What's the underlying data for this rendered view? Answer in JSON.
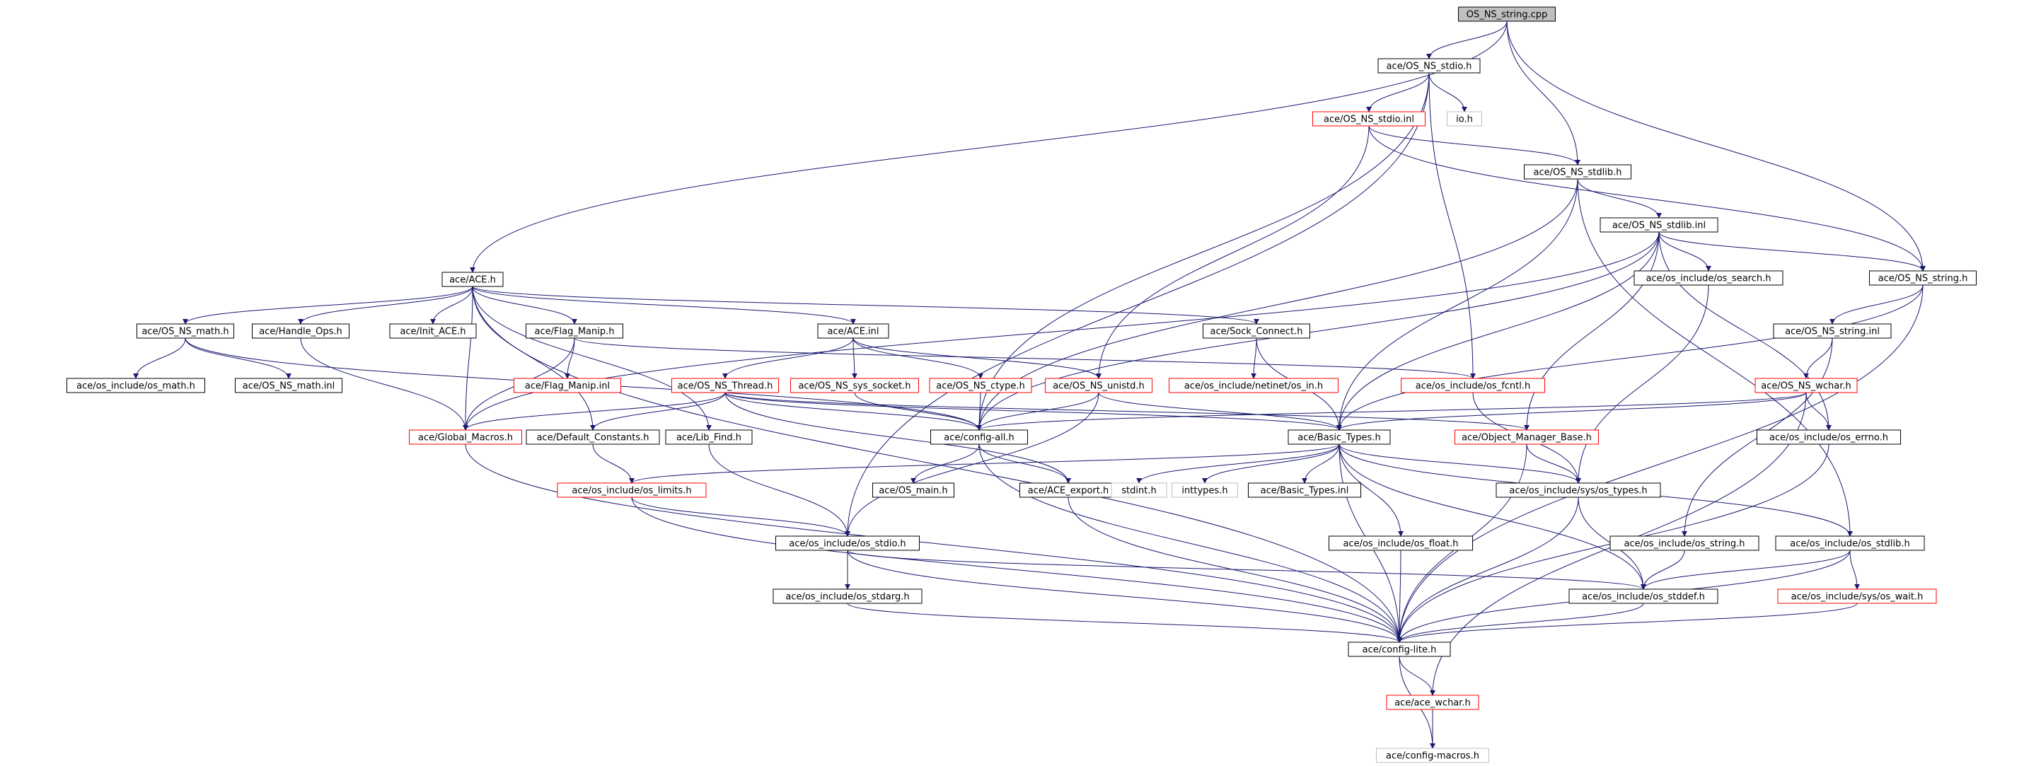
{
  "colors": {
    "edge": "#191970",
    "root_fill": "#bfbfbf",
    "border_documented": "#000000",
    "border_undocumented": "#ff0000",
    "border_external": "#bfbfbf",
    "background": "#ffffff"
  },
  "nodes": [
    {
      "id": "root",
      "label": "OS_NS_string.cpp",
      "style": "root"
    },
    {
      "id": "stdio_h",
      "label": "ace/OS_NS_stdio.h",
      "style": "black"
    },
    {
      "id": "stdio_inl",
      "label": "ace/OS_NS_stdio.inl",
      "style": "red"
    },
    {
      "id": "io_h",
      "label": "io.h",
      "style": "gray"
    },
    {
      "id": "stdlib_h",
      "label": "ace/OS_NS_stdlib.h",
      "style": "black"
    },
    {
      "id": "stdlib_inl",
      "label": "ace/OS_NS_stdlib.inl",
      "style": "black"
    },
    {
      "id": "search_h",
      "label": "ace/os_include/os_search.h",
      "style": "black"
    },
    {
      "id": "string_h",
      "label": "ace/OS_NS_string.h",
      "style": "black"
    },
    {
      "id": "ace_h",
      "label": "ace/ACE.h",
      "style": "black"
    },
    {
      "id": "math_h",
      "label": "ace/OS_NS_math.h",
      "style": "black"
    },
    {
      "id": "handle_h",
      "label": "ace/Handle_Ops.h",
      "style": "black"
    },
    {
      "id": "init_h",
      "label": "ace/Init_ACE.h",
      "style": "black"
    },
    {
      "id": "flag_h",
      "label": "ace/Flag_Manip.h",
      "style": "black"
    },
    {
      "id": "ace_inl",
      "label": "ace/ACE.inl",
      "style": "black"
    },
    {
      "id": "sock_h",
      "label": "ace/Sock_Connect.h",
      "style": "black"
    },
    {
      "id": "string_inl",
      "label": "ace/OS_NS_string.inl",
      "style": "black"
    },
    {
      "id": "osinc_math",
      "label": "ace/os_include/os_math.h",
      "style": "black"
    },
    {
      "id": "math_inl",
      "label": "ace/OS_NS_math.inl",
      "style": "black"
    },
    {
      "id": "flag_inl",
      "label": "ace/Flag_Manip.inl",
      "style": "red"
    },
    {
      "id": "thread_h",
      "label": "ace/OS_NS_Thread.h",
      "style": "red"
    },
    {
      "id": "socket_h",
      "label": "ace/OS_NS_sys_socket.h",
      "style": "red"
    },
    {
      "id": "ctype_h",
      "label": "ace/OS_NS_ctype.h",
      "style": "red"
    },
    {
      "id": "unistd_h",
      "label": "ace/OS_NS_unistd.h",
      "style": "red"
    },
    {
      "id": "netin_h",
      "label": "ace/os_include/netinet/os_in.h",
      "style": "red"
    },
    {
      "id": "fcntl_h",
      "label": "ace/os_include/os_fcntl.h",
      "style": "red"
    },
    {
      "id": "wchar_h",
      "label": "ace/OS_NS_wchar.h",
      "style": "red"
    },
    {
      "id": "globmac_h",
      "label": "ace/Global_Macros.h",
      "style": "red"
    },
    {
      "id": "defconst_h",
      "label": "ace/Default_Constants.h",
      "style": "black"
    },
    {
      "id": "libfind_h",
      "label": "ace/Lib_Find.h",
      "style": "black"
    },
    {
      "id": "configall_h",
      "label": "ace/config-all.h",
      "style": "black"
    },
    {
      "id": "basictypes_h",
      "label": "ace/Basic_Types.h",
      "style": "black"
    },
    {
      "id": "objmgr_h",
      "label": "ace/Object_Manager_Base.h",
      "style": "red"
    },
    {
      "id": "errno_h",
      "label": "ace/os_include/os_errno.h",
      "style": "black"
    },
    {
      "id": "limits_h",
      "label": "ace/os_include/os_limits.h",
      "style": "red"
    },
    {
      "id": "osmain_h",
      "label": "ace/OS_main.h",
      "style": "black"
    },
    {
      "id": "export_h",
      "label": "ace/ACE_export.h",
      "style": "black"
    },
    {
      "id": "stdint_h",
      "label": "stdint.h",
      "style": "gray"
    },
    {
      "id": "inttypes_h",
      "label": "inttypes.h",
      "style": "gray"
    },
    {
      "id": "bt_inl",
      "label": "ace/Basic_Types.inl",
      "style": "black"
    },
    {
      "id": "types_h",
      "label": "ace/os_include/sys/os_types.h",
      "style": "black"
    },
    {
      "id": "osstdio_h",
      "label": "ace/os_include/os_stdio.h",
      "style": "black"
    },
    {
      "id": "float_h",
      "label": "ace/os_include/os_float.h",
      "style": "black"
    },
    {
      "id": "osstring_h",
      "label": "ace/os_include/os_string.h",
      "style": "black"
    },
    {
      "id": "osstdlib_h",
      "label": "ace/os_include/os_stdlib.h",
      "style": "black"
    },
    {
      "id": "stdarg_h",
      "label": "ace/os_include/os_stdarg.h",
      "style": "black"
    },
    {
      "id": "stddef_h",
      "label": "ace/os_include/os_stddef.h",
      "style": "black"
    },
    {
      "id": "wait_h",
      "label": "ace/os_include/sys/os_wait.h",
      "style": "red"
    },
    {
      "id": "configlite_h",
      "label": "ace/config-lite.h",
      "style": "black"
    },
    {
      "id": "acewchar_h",
      "label": "ace/ace_wchar.h",
      "style": "red"
    },
    {
      "id": "configmacros_h",
      "label": "ace/config-macros.h",
      "style": "gray"
    }
  ],
  "edges": [
    [
      "root",
      "stdio_h"
    ],
    [
      "root",
      "ace_h"
    ],
    [
      "root",
      "stdlib_h"
    ],
    [
      "root",
      "string_h"
    ],
    [
      "stdio_h",
      "stdio_inl"
    ],
    [
      "stdio_h",
      "io_h"
    ],
    [
      "stdio_h",
      "configall_h"
    ],
    [
      "stdio_h",
      "osstdio_h"
    ],
    [
      "stdio_h",
      "fcntl_h"
    ],
    [
      "stdio_inl",
      "stdlib_h"
    ],
    [
      "stdio_inl",
      "string_h"
    ],
    [
      "stdio_inl",
      "unistd_h"
    ],
    [
      "stdlib_h",
      "stdlib_inl"
    ],
    [
      "stdlib_h",
      "configall_h"
    ],
    [
      "stdlib_h",
      "basictypes_h"
    ],
    [
      "stdlib_h",
      "osstdlib_h"
    ],
    [
      "stdlib_inl",
      "search_h"
    ],
    [
      "stdlib_inl",
      "string_h"
    ],
    [
      "stdlib_inl",
      "globmac_h"
    ],
    [
      "stdlib_inl",
      "configall_h"
    ],
    [
      "stdlib_inl",
      "objmgr_h"
    ],
    [
      "stdlib_inl",
      "errno_h"
    ],
    [
      "stdlib_inl",
      "basictypes_h"
    ],
    [
      "search_h",
      "types_h"
    ],
    [
      "string_h",
      "string_inl"
    ],
    [
      "string_h",
      "basictypes_h"
    ],
    [
      "string_h",
      "configlite_h"
    ],
    [
      "string_inl",
      "wchar_h"
    ],
    [
      "string_inl",
      "osstring_h"
    ],
    [
      "wchar_h",
      "configall_h"
    ],
    [
      "wchar_h",
      "basictypes_h"
    ],
    [
      "wchar_h",
      "errno_h"
    ],
    [
      "wchar_h",
      "acewchar_h"
    ],
    [
      "ace_h",
      "math_h"
    ],
    [
      "ace_h",
      "handle_h"
    ],
    [
      "ace_h",
      "init_h"
    ],
    [
      "ace_h",
      "flag_h"
    ],
    [
      "ace_h",
      "ace_inl"
    ],
    [
      "ace_h",
      "sock_h"
    ],
    [
      "ace_h",
      "globmac_h"
    ],
    [
      "ace_h",
      "defconst_h"
    ],
    [
      "ace_h",
      "libfind_h"
    ],
    [
      "ace_h",
      "configlite_h"
    ],
    [
      "math_h",
      "osinc_math"
    ],
    [
      "math_h",
      "math_inl"
    ],
    [
      "math_h",
      "configall_h"
    ],
    [
      "handle_h",
      "globmac_h"
    ],
    [
      "flag_h",
      "flag_inl"
    ],
    [
      "flag_h",
      "globmac_h"
    ],
    [
      "flag_h",
      "fcntl_h"
    ],
    [
      "ace_inl",
      "thread_h"
    ],
    [
      "ace_inl",
      "socket_h"
    ],
    [
      "ace_inl",
      "ctype_h"
    ],
    [
      "ace_inl",
      "unistd_h"
    ],
    [
      "sock_h",
      "netin_h"
    ],
    [
      "sock_h",
      "basictypes_h"
    ],
    [
      "thread_h",
      "globmac_h"
    ],
    [
      "thread_h",
      "defconst_h"
    ],
    [
      "thread_h",
      "configall_h"
    ],
    [
      "thread_h",
      "basictypes_h"
    ],
    [
      "thread_h",
      "export_h"
    ],
    [
      "thread_h",
      "objmgr_h"
    ],
    [
      "socket_h",
      "configall_h"
    ],
    [
      "ctype_h",
      "configall_h"
    ],
    [
      "unistd_h",
      "configall_h"
    ],
    [
      "unistd_h",
      "basictypes_h"
    ],
    [
      "unistd_h",
      "osstdio_h"
    ],
    [
      "fcntl_h",
      "types_h"
    ],
    [
      "globmac_h",
      "configlite_h"
    ],
    [
      "defconst_h",
      "limits_h"
    ],
    [
      "libfind_h",
      "osstdio_h"
    ],
    [
      "configall_h",
      "osmain_h"
    ],
    [
      "configall_h",
      "export_h"
    ],
    [
      "configall_h",
      "configlite_h"
    ],
    [
      "basictypes_h",
      "limits_h"
    ],
    [
      "basictypes_h",
      "stdint_h"
    ],
    [
      "basictypes_h",
      "inttypes_h"
    ],
    [
      "basictypes_h",
      "bt_inl"
    ],
    [
      "basictypes_h",
      "float_h"
    ],
    [
      "basictypes_h",
      "types_h"
    ],
    [
      "basictypes_h",
      "stddef_h"
    ],
    [
      "basictypes_h",
      "osstdlib_h"
    ],
    [
      "basictypes_h",
      "configlite_h"
    ],
    [
      "objmgr_h",
      "types_h"
    ],
    [
      "objmgr_h",
      "configlite_h"
    ],
    [
      "errno_h",
      "configlite_h"
    ],
    [
      "limits_h",
      "osstdio_h"
    ],
    [
      "limits_h",
      "configlite_h"
    ],
    [
      "export_h",
      "configlite_h"
    ],
    [
      "types_h",
      "stddef_h"
    ],
    [
      "types_h",
      "configlite_h"
    ],
    [
      "osstdio_h",
      "stdarg_h"
    ],
    [
      "osstdio_h",
      "stddef_h"
    ],
    [
      "osstdio_h",
      "configlite_h"
    ],
    [
      "float_h",
      "configlite_h"
    ],
    [
      "osstring_h",
      "stddef_h"
    ],
    [
      "osstdlib_h",
      "stddef_h"
    ],
    [
      "osstdlib_h",
      "wait_h"
    ],
    [
      "osstdlib_h",
      "configlite_h"
    ],
    [
      "stdarg_h",
      "configlite_h"
    ],
    [
      "stddef_h",
      "configlite_h"
    ],
    [
      "wait_h",
      "configlite_h"
    ],
    [
      "configlite_h",
      "acewchar_h"
    ],
    [
      "configlite_h",
      "configmacros_h"
    ],
    [
      "acewchar_h",
      "configmacros_h"
    ]
  ]
}
